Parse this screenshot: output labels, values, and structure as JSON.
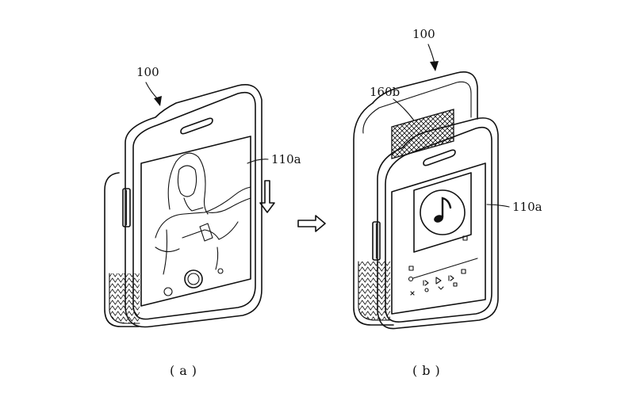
{
  "figure": {
    "a": {
      "caption": "(a)",
      "ref_device": "100",
      "ref_display": "110a"
    },
    "b": {
      "caption": "(b)",
      "ref_device": "100",
      "ref_panel": "160b",
      "ref_display": "110a"
    },
    "icons": {
      "transition": "right-arrow-icon",
      "fold_direction": "down-arrow-icon",
      "music": "music-note-icon"
    }
  }
}
